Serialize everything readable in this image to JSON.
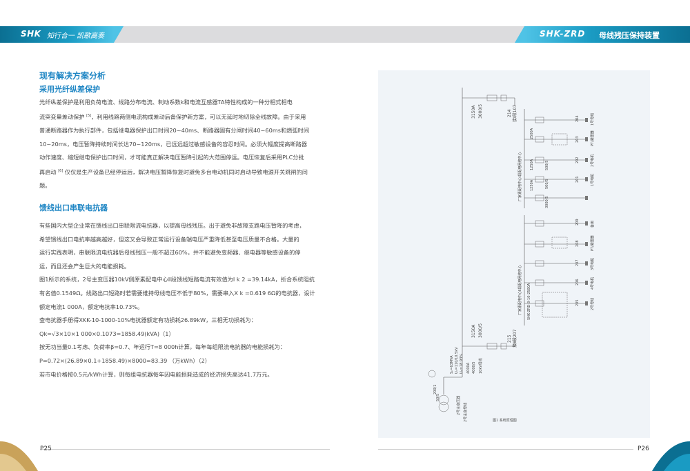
{
  "header": {
    "logo": "SHK",
    "slogan": "知行合一 凯歌高奏",
    "model": "SHK-ZRD",
    "product": "母线残压保持装置"
  },
  "left": {
    "section_title": "现有解决方案分析",
    "sub1": "采用光纤纵差保护",
    "para1": [
      "光纤纵差保护是利用负荷电流、线路分布电流、制动系数k和电流互感器TA特性构成的一种分相式相电",
      "流突变量差动保护",
      "，利用线路两侧电流构成差动后备保护新方案，可以无延时地切除全线故障。由于采用",
      "普通断路器作为执行部件，包括继电器保护出口时间20~40ms、断路器固有分闸时间40~60ms和燃弧时间",
      "10~20ms，电压暂降持续时间长达70~120ms，已远远超过敏感设备的容忍时间。必须大幅度提高断路器",
      "动作速度、缩短继电保护出口时间，才可能真正解决电压暂降引起的大范围停运。电压恢复后采用PLC分批",
      "再启动",
      "仅仅是生产设备已经停运后，解决电压暂降恢复时避免多台电动机同时启动导致电源开关跳闸的问",
      "题。"
    ],
    "ref5": "[5]",
    "ref6": "[6]",
    "sub2": "馈线出口串联电抗器",
    "para2": [
      "有些国内大型企业常在馈线出口串联限流电抗器，以提高母线残压。出于避免非故障支路电压暂降的考虑，",
      "希望馈线出口电抗率越高越好，但这又会导致正常运行设备端电压严重降低甚至电压质量不合格。大量的",
      "运行实践表明，串联限流电抗器后母线残压一般不超过60%，并不能避免变频器、继电器等敏感设备的停",
      "运，而且还会产生巨大的电能损耗。",
      "图1所示的系统，2号主变压器10kV侧原素配电中心Ⅱ段馈线短路电流有效值为I k 2 =39.14kA，折合系统阻抗",
      "有名值0.1549Ω。线路出口短路时若需要维持母线电压不低于80%，需要串入X k =0.619    6Ω的电抗器，设计",
      "额定电流1 000A，额定电抗率10.73%。",
      "查电抗器手册得XKK-10-1000-10%电抗器额定有功损耗26.89kW，三相无功损耗为：",
      "Qk=√3×10×1 000×0.1073=1858.49(kVA)（1）",
      "按无功当量0.1考虑、负荷率β=0.7、年运行T=8 000h计算，每年每组限流电抗器的电能损耗为：",
      "P=0.72×(26.89×0.1+1858.49)×8000=83.39 （万kWh）（2）",
      "若市电价格按0.5元/kWh计算，则每组电抗器每年因电能损耗造成的经济损失高达41.7万元。"
    ]
  },
  "diagram": {
    "caption": "图1   系统原理图",
    "labels": {
      "bus_a": "厂家素配电中心Ⅰ段配电网络中心",
      "bus_b": "厂家素配电中心Ⅱ段配电网络中心",
      "bus_b2": "SHK-ZRD-3-10-2500A",
      "cur_top_a": "3150A",
      "cur_top_b": "3000/5",
      "brk_top": "214",
      "brk_top_sub": "接Ⅰ段107",
      "cur_bot_a": "3150A",
      "cur_bot_b": "3000/5",
      "brk_bot": "215",
      "brk_bot_sub": "接Ⅱ段207",
      "xfmr_name": "2号主变压器",
      "xfmr_spec_1": "Sₙ=63MVA",
      "xfmr_spec_2": "Uₙ=110/10.5kV",
      "xfmr_spec_3": "Uₖ=18.93%",
      "xfmr_cur_a": "4000A",
      "xfmr_cur_b": "4000/5",
      "xfmr_bus": "10kV母线",
      "ct_label": "200/1",
      "pt_label": "50/5",
      "main_label": "2号主变母线",
      "f204": "204",
      "f203": "203",
      "f202": "202",
      "f201": "201",
      "f209": "209",
      "f208": "208",
      "f207": "207",
      "f206": "206",
      "f205": "205",
      "c1": "2500A",
      "c2": "1250A",
      "c3": "1250A",
      "c4": "500/5",
      "c5": "500/5",
      "c6": "3000/5",
      "d204": "1号母线",
      "d203": "PT/避雷器",
      "d202": "2号电机",
      "d201": "1号电机",
      "d209": "备用",
      "d208": "PT/避雷器",
      "d207": "3号电机",
      "d206": "4号电机",
      "d205": "2号母线"
    }
  },
  "footer": {
    "page_left": "P25",
    "page_right": "P26"
  },
  "colors": {
    "accent": "#1f86c4",
    "brand_dark": "#0b6f92",
    "gold": "#c9a25a",
    "panel_bg": "#f0f4f8"
  }
}
